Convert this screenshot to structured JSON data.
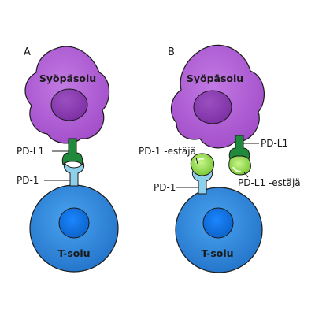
{
  "panels": [
    {
      "letter": "A",
      "cancer_cell": "Syöpäsolu",
      "t_cell": "T-solu",
      "labels": {
        "pdl1": "PD-L1",
        "pd1": "PD-1"
      }
    },
    {
      "letter": "B",
      "cancer_cell": "Syöpäsolu",
      "t_cell": "T-solu",
      "labels": {
        "pdl1": "PD-L1",
        "pd1": "PD-1",
        "pd1_inhibitor": "PD-1 -estäjä",
        "pdl1_inhibitor": "PD-L1 -estäjä"
      }
    }
  ],
  "colors": {
    "cancer_cell": "#b25fd6",
    "cancer_nucleus": "#8a3fae",
    "t_cell": "#2f86dc",
    "t_nucleus": "#0f6fd6",
    "pdl1": "#1f8a3b",
    "pd1": "#8ecfea",
    "inhibitor": "#9be04a"
  }
}
